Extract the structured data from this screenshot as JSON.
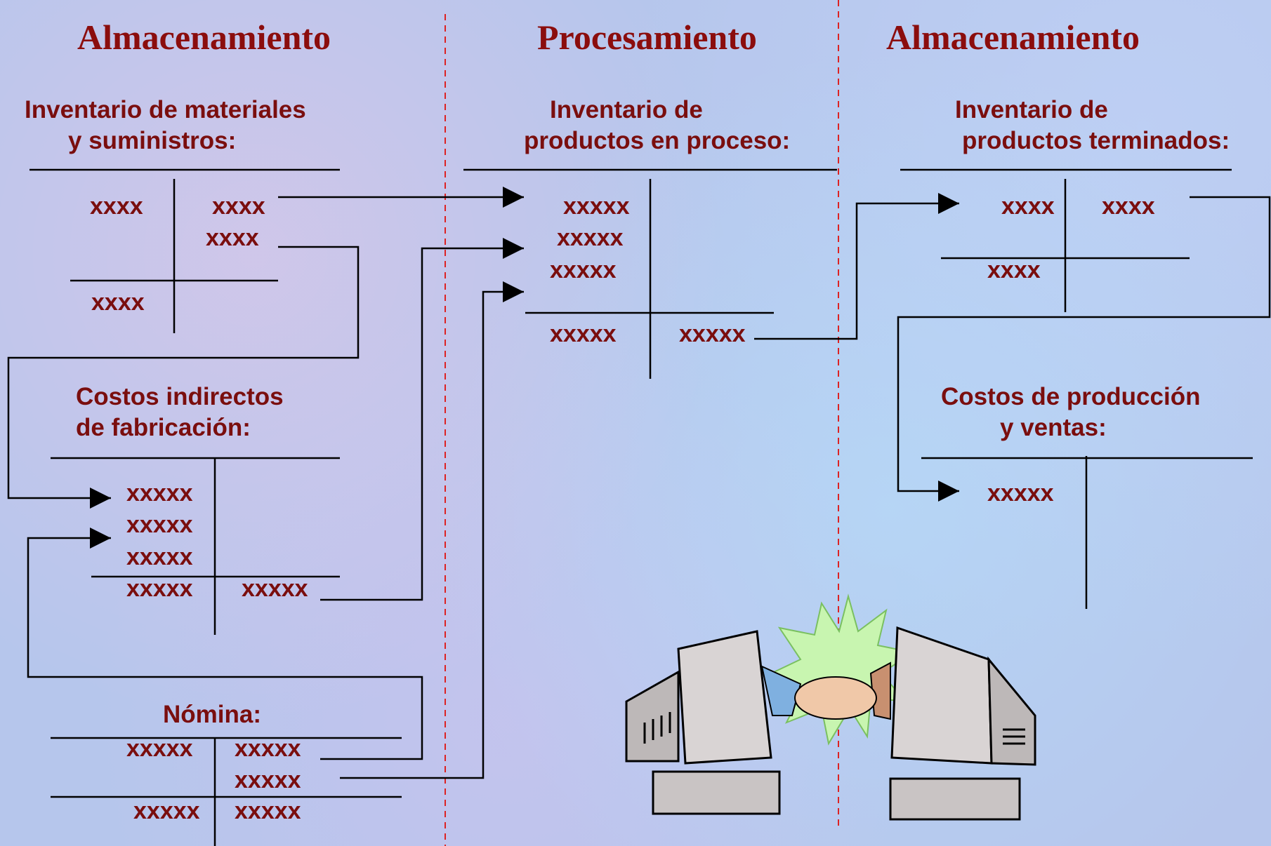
{
  "headers": {
    "left": "Almacenamiento",
    "center": "Procesamiento",
    "right": "Almacenamiento"
  },
  "accounts": {
    "materiales": {
      "line1": "Inventario de materiales",
      "line2": "y  suministros:",
      "debit": [
        "xxxx",
        "xxxx"
      ],
      "credit": [
        "xxxx",
        "xxxx"
      ]
    },
    "indirectos": {
      "line1": "Costos indirectos",
      "line2": "de fabricación:",
      "debit": [
        "xxxxx",
        "xxxxx",
        "xxxxx",
        "xxxxx"
      ],
      "credit": [
        "xxxxx"
      ]
    },
    "nomina": {
      "line1": "Nómina:",
      "debit": [
        "xxxxx",
        "xxxxx"
      ],
      "credit": [
        "xxxxx",
        "xxxxx",
        "xxxxx"
      ]
    },
    "proceso": {
      "line1": "Inventario de",
      "line2": "productos en proceso:",
      "debit": [
        "xxxxx",
        "xxxxx",
        "xxxxx",
        "xxxxx"
      ],
      "credit": [
        "xxxxx"
      ]
    },
    "terminados": {
      "line1": "Inventario de",
      "line2": "productos terminados:",
      "debit": [
        "xxxx",
        "xxxx"
      ],
      "credit": [
        "xxxx"
      ]
    },
    "ventas": {
      "line1": "Costos de producción",
      "line2": "y ventas:",
      "debit": [
        "xxxxx"
      ]
    }
  },
  "colors": {
    "text": "#7a0e0e",
    "separator": "#dd2222",
    "background": "#b6c6ec"
  },
  "illustration": "handshake-computers-clipart"
}
